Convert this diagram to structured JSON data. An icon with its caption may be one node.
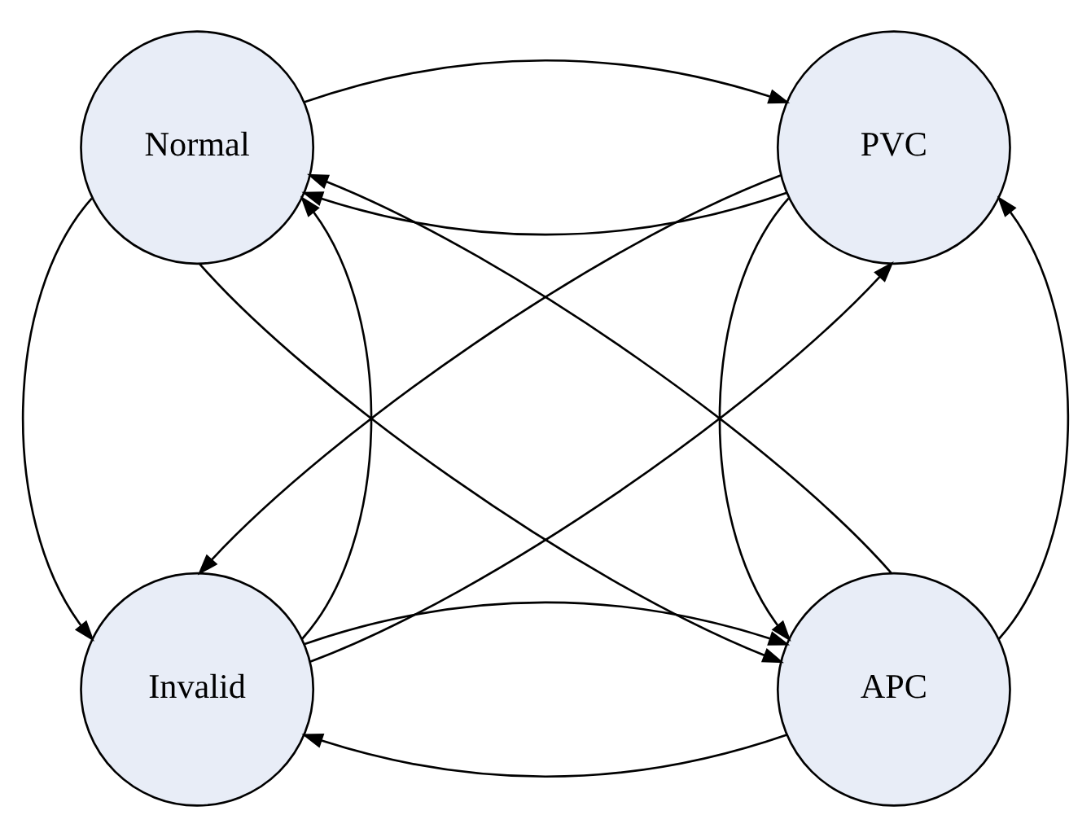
{
  "diagram": {
    "nodes": [
      {
        "text": [
          "Normal"
        ]
      },
      {
        "text": [
          "PVC"
        ]
      },
      {
        "text": [
          "Invalid"
        ]
      },
      {
        "text": [
          "APC"
        ]
      }
    ],
    "edges": [
      {
        "from": 1,
        "to": 0,
        "arrow": "to"
      },
      {
        "from": 0,
        "to": 1,
        "arrow": "to"
      },
      {
        "from": 0,
        "to": 2,
        "arrow": "to"
      },
      {
        "from": 2,
        "to": 0,
        "arrow": "to"
      },
      {
        "from": 1,
        "to": 3,
        "arrow": "to"
      },
      {
        "from": 3,
        "to": 1,
        "arrow": "to"
      },
      {
        "from": 3,
        "to": 2,
        "arrow": "to"
      },
      {
        "from": 2,
        "to": 3,
        "arrow": "to"
      },
      {
        "from": 0,
        "to": 3,
        "arrow": "to"
      },
      {
        "from": 3,
        "to": 0,
        "arrow": "to"
      },
      {
        "from": 1,
        "to": 2,
        "arrow": "to"
      },
      {
        "from": 2,
        "to": 1,
        "arrow": "to"
      }
    ]
  }
}
